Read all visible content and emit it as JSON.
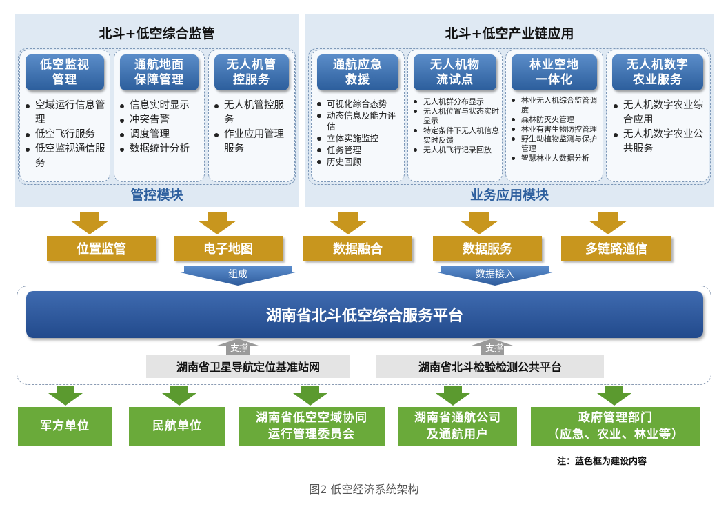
{
  "left_panel": {
    "title": "北斗+低空综合监管",
    "module_label": "管控模块",
    "cards": [
      {
        "head": [
          "低空监视",
          "管理"
        ],
        "items": [
          "空域运行信息管理",
          "低空飞行服务",
          "低空监视通信服务"
        ]
      },
      {
        "head": [
          "通航地面",
          "保障管理"
        ],
        "items": [
          "信息实时显示",
          "冲突告警",
          "调度管理",
          "数据统计分析"
        ]
      },
      {
        "head": [
          "无人机管",
          "控服务"
        ],
        "items": [
          "无人机管控服务",
          "作业应用管理服务"
        ]
      }
    ]
  },
  "right_panel": {
    "title": "北斗+低空产业链应用",
    "module_label": "业务应用模块",
    "cards": [
      {
        "head": [
          "通航应急",
          "救援"
        ],
        "items": [
          "可视化综合态势",
          "动态信息及能力评估",
          "立体实施监控",
          "任务管理",
          "历史回顾"
        ]
      },
      {
        "head": [
          "无人机物",
          "流试点"
        ],
        "items": [
          "无人机群分布显示",
          "无人机位置与状态实时显示",
          "特定条件下无人机信息实时反馈",
          "无人机飞行记录回放"
        ]
      },
      {
        "head": [
          "林业空地",
          "一体化"
        ],
        "items": [
          "林业无人机综合监管调度",
          "森林防灭火管理",
          "林业有害生物防控管理",
          "野生动植物监测与保护管理",
          "智慧林业大数据分析"
        ]
      },
      {
        "head": [
          "无人机数字",
          "农业服务"
        ],
        "items": [
          "无人机数字农业综合应用",
          "无人机数字农业公共服务"
        ]
      }
    ]
  },
  "capabilities": [
    "位置监管",
    "电子地图",
    "数据融合",
    "数据服务",
    "多链路通信"
  ],
  "flow_labels": {
    "compose": "组成",
    "data_access": "数据接入",
    "support_left": "支撑",
    "support_right": "支撑"
  },
  "platform": "湖南省北斗低空综合服务平台",
  "support_boxes": [
    "湖南省卫星导航定位基准站网",
    "湖南省北斗检验检测公共平台"
  ],
  "users": [
    {
      "lines": [
        "军方单位"
      ]
    },
    {
      "lines": [
        "民航单位"
      ]
    },
    {
      "lines": [
        "湖南省低空空域协同",
        "运行管理委员会"
      ]
    },
    {
      "lines": [
        "湖南省通航公司",
        "及通航用户"
      ]
    },
    {
      "lines": [
        "政府管理部门",
        "（应急、农业、林业等）"
      ]
    }
  ],
  "note": "注：蓝色框为建设内容",
  "caption": "图2  低空经济系统架构",
  "colors": {
    "panel_bg": "#dfe9f3",
    "card_head": "#2c5e9c",
    "gold": "#c8961e",
    "platform": "#224a8c",
    "green": "#6aaa3a",
    "module_label": "#2d5f9e"
  }
}
